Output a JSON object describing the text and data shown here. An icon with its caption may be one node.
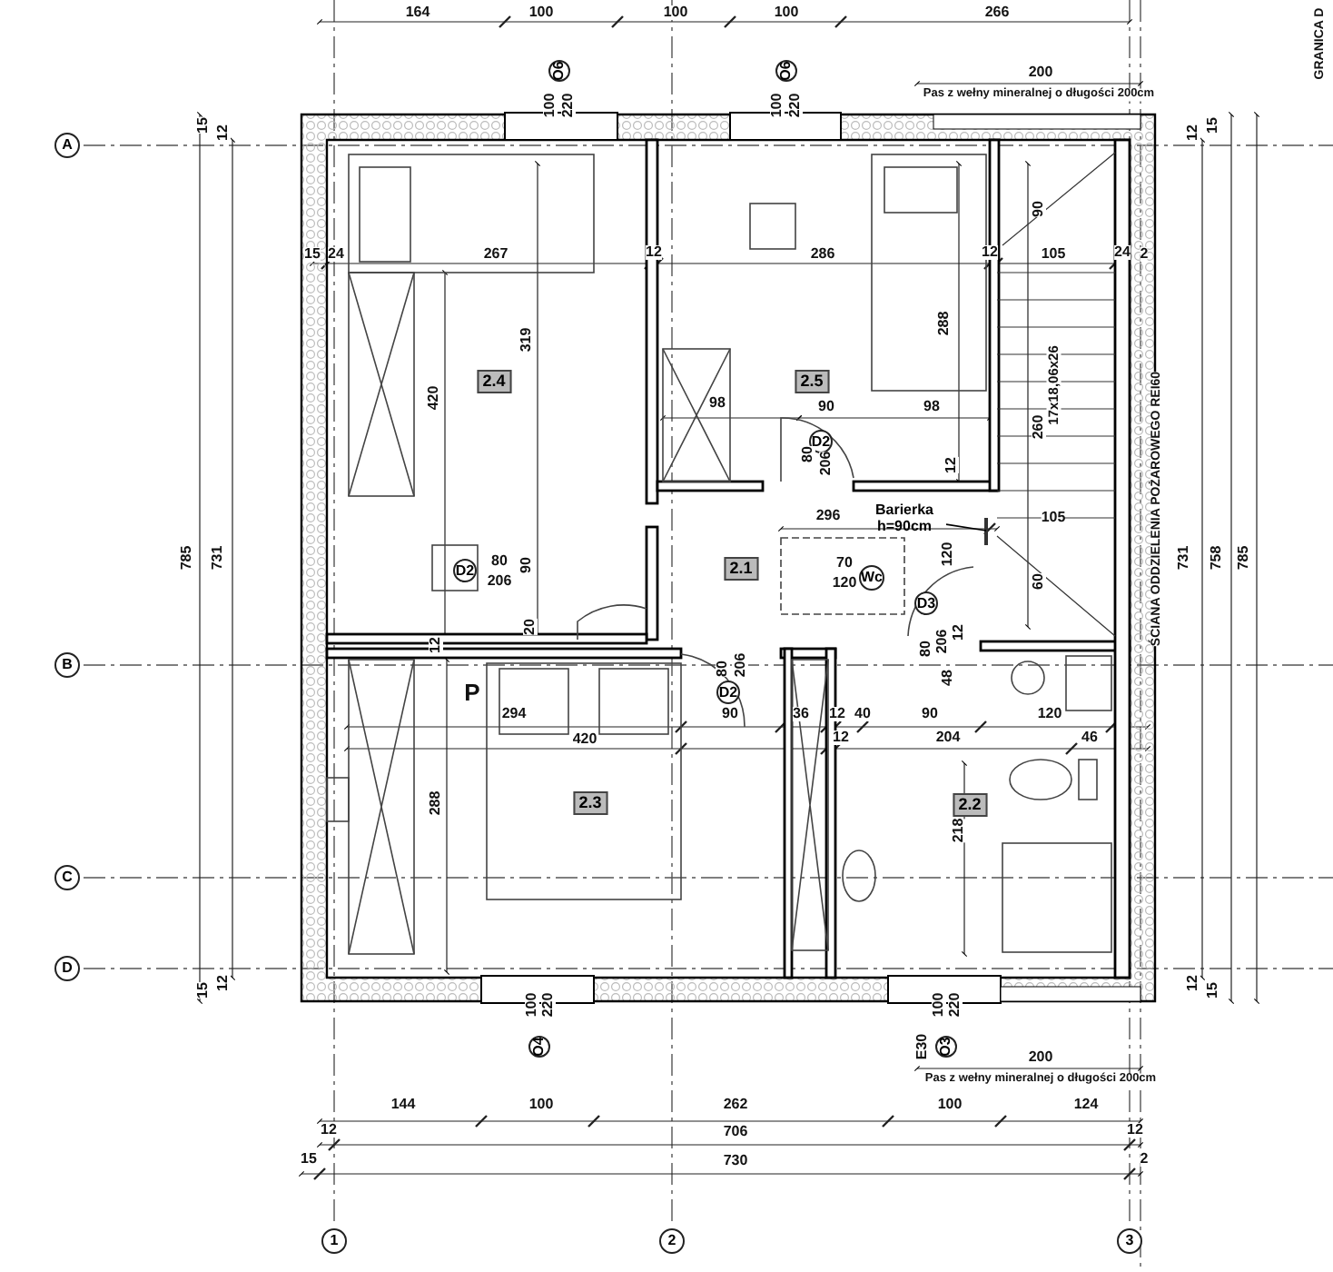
{
  "diagram": {
    "nodes": [
      {
        "text": [
          "A"
        ]
      },
      {
        "text": [
          "B"
        ]
      },
      {
        "text": [
          "C"
        ]
      },
      {
        "text": [
          "D"
        ]
      },
      {
        "text": [
          "1"
        ]
      },
      {
        "text": [
          "2"
        ]
      },
      {
        "text": [
          "3"
        ]
      },
      {
        "text": [
          "O6"
        ],
        "beside": [
          "100",
          "220"
        ]
      },
      {
        "text": [
          "O6"
        ],
        "beside": [
          "100",
          "220"
        ]
      },
      {
        "text": [
          "O4"
        ],
        "beside": [
          "100",
          "220"
        ]
      },
      {
        "text": [
          "O3"
        ],
        "beside": [
          "100",
          "220",
          "E30"
        ]
      },
      {
        "text": [
          "2.4"
        ]
      },
      {
        "text": [
          "2.5"
        ]
      },
      {
        "text": [
          "2.1"
        ]
      },
      {
        "text": [
          "2.3"
        ]
      },
      {
        "text": [
          "2.2"
        ]
      },
      {
        "text": [
          "D2"
        ],
        "beside": [
          "80",
          "206"
        ]
      },
      {
        "text": [
          "D2"
        ],
        "beside": [
          "80",
          "206"
        ]
      },
      {
        "text": [
          "D2"
        ],
        "beside": [
          "80",
          "206"
        ]
      },
      {
        "text": [
          "D3"
        ],
        "beside": [
          "80",
          "206"
        ]
      },
      {
        "text": [
          "Wc"
        ],
        "beside": [
          "70",
          "120"
        ]
      },
      {
        "text": [
          "Barierka h=90cm"
        ]
      }
    ],
    "edges": [
      {
        "from": null,
        "to": 21,
        "arrow": "none"
      }
    ],
    "labels": [
      "164",
      "100",
      "100",
      "100",
      "266",
      "GRANICA D",
      "200",
      "Pas z wełny mineralnej o długości 200cm",
      "15",
      "12",
      "12",
      "15",
      "15",
      "24",
      "267",
      "12",
      "286",
      "12",
      "105",
      "24",
      "2",
      "90",
      "319",
      "288",
      "420",
      "17x18,06x26",
      "260",
      "98",
      "90",
      "98",
      "12",
      "296",
      "105",
      "90",
      "120",
      "60",
      "20",
      "12",
      "12",
      "48",
      "ŚCIANA ODDZIELENIA POŻAROWEGO REI60",
      "785",
      "731",
      "731",
      "758",
      "785",
      "P",
      "294",
      "420",
      "90",
      "36",
      "12",
      "40",
      "90",
      "120",
      "12",
      "204",
      "46",
      "288",
      "218",
      "15",
      "12",
      "12",
      "15",
      "200",
      "Pas z wełny mineralnej o długości 200cm",
      "144",
      "100",
      "262",
      "100",
      "124",
      "12",
      "706",
      "12",
      "15",
      "730",
      "2"
    ]
  }
}
